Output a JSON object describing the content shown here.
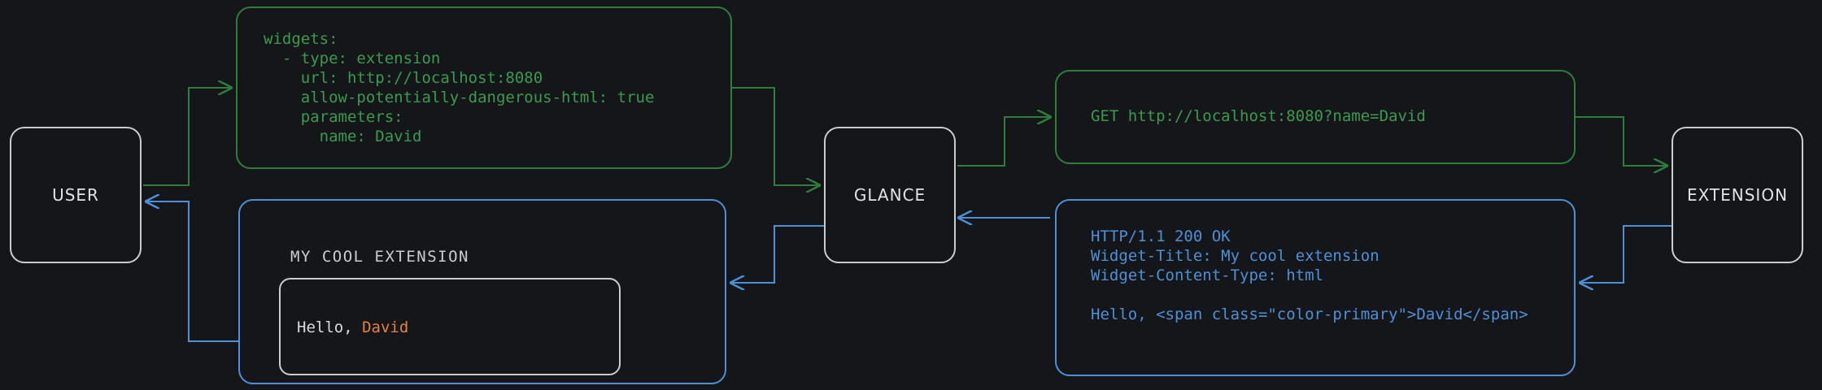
{
  "colors": {
    "background": "#15161a",
    "green": "#3a9b4e",
    "green_border": "#2f7d3c",
    "blue": "#4d90d8",
    "grey": "#c9ccd1",
    "accent_orange": "#e8803a"
  },
  "nodes": {
    "user": "USER",
    "glance": "GLANCE",
    "extension": "EXTENSION"
  },
  "config_panel": {
    "text": "widgets:\n  - type: extension\n    url: http://localhost:8080\n    allow-potentially-dangerous-html: true\n    parameters:\n      name: David"
  },
  "request_panel": {
    "text": "GET http://localhost:8080?name=David"
  },
  "response_panel": {
    "text": "HTTP/1.1 200 OK\nWidget-Title: My cool extension\nWidget-Content-Type: html\n\nHello, <span class=\"color-primary\">David</span>"
  },
  "widget_panel": {
    "title": "MY COOL EXTENSION",
    "body_prefix": "Hello, ",
    "body_accent": "David"
  }
}
